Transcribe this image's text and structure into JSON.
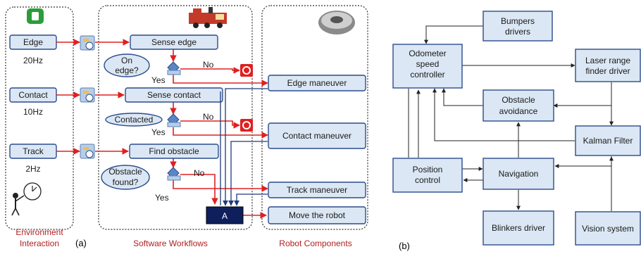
{
  "panel_a": {
    "env_inputs": [
      {
        "label": "Edge",
        "rate": "20Hz"
      },
      {
        "label": "Contact",
        "rate": "10Hz"
      },
      {
        "label": "Track",
        "rate": "2Hz"
      }
    ],
    "workflow_steps": [
      "Sense edge",
      "Sense contact",
      "Find obstacle"
    ],
    "decisions": [
      {
        "line1": "On",
        "line2": "edge?",
        "no": "No",
        "yes": "Yes"
      },
      {
        "line1": "Contacted",
        "line2": "",
        "no": "No",
        "yes": "Yes"
      },
      {
        "line1": "Obstacle",
        "line2": "found?",
        "no": "No",
        "yes": "Yes"
      }
    ],
    "robot_components": [
      "Edge maneuver",
      "Contact maneuver",
      "Track maneuver",
      "Move the robot"
    ],
    "join_label": "A",
    "captions": {
      "env_line1": "Environment",
      "env_line2": "Interaction",
      "software": "Software Workflows",
      "robot": "Robot Components",
      "label": "(a)"
    }
  },
  "panel_b": {
    "nodes": {
      "bumpers": [
        "Bumpers",
        "drivers"
      ],
      "odometer": [
        "Odometer",
        "speed",
        "controller"
      ],
      "laser": [
        "Laser range",
        "finder driver"
      ],
      "obstacle": [
        "Obstacle",
        "avoidance"
      ],
      "kalman": [
        "Kalman Filter"
      ],
      "position": [
        "Position",
        "control"
      ],
      "navigation": [
        "Navigation"
      ],
      "blinkers": [
        "Blinkers driver"
      ],
      "vision": [
        "Vision system"
      ]
    },
    "label": "(b)"
  },
  "colors": {
    "flow_red": "#e02020",
    "navy": "#1f3a7a",
    "node_fill": "#dbe7f4",
    "join_fill": "#0f1f5c",
    "caption_red": "#b02020"
  }
}
